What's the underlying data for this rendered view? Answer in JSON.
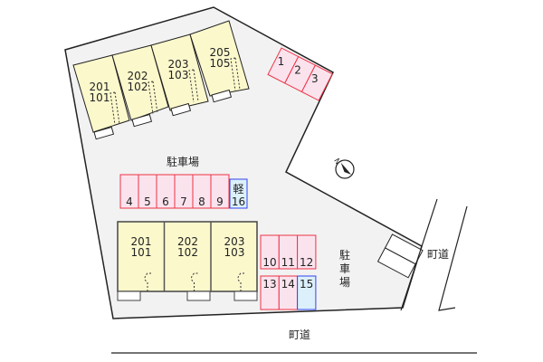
{
  "colors": {
    "lot": "#f2f2f2",
    "building": "#fbf8cc",
    "parking_standard": "#fbe3ee",
    "parking_standard_border": "#ee3344",
    "parking_kei": "#dcf0fb",
    "parking_kei_border": "#3344ee"
  },
  "labels": {
    "parking_lot_top": "駐車場",
    "parking_lot_right": "駐車場",
    "road_bottom": "町道",
    "road_right": "町道",
    "kei_label": "軽",
    "north": "N"
  },
  "top_buildings": [
    {
      "upper": "201",
      "lower": "101"
    },
    {
      "upper": "202",
      "lower": "102"
    },
    {
      "upper": "203",
      "lower": "103"
    },
    {
      "upper": "205",
      "lower": "105"
    }
  ],
  "bottom_buildings": [
    {
      "upper": "201",
      "lower": "101"
    },
    {
      "upper": "202",
      "lower": "102"
    },
    {
      "upper": "203",
      "lower": "103"
    }
  ],
  "parking_top": [
    "1",
    "2",
    "3"
  ],
  "parking_row_a": [
    "4",
    "5",
    "6",
    "7",
    "8",
    "9"
  ],
  "parking_kei": "16",
  "parking_row_b": [
    "10",
    "11",
    "12"
  ],
  "parking_row_c": [
    "13",
    "14",
    "15"
  ],
  "icons": [
    "north-compass-icon"
  ]
}
